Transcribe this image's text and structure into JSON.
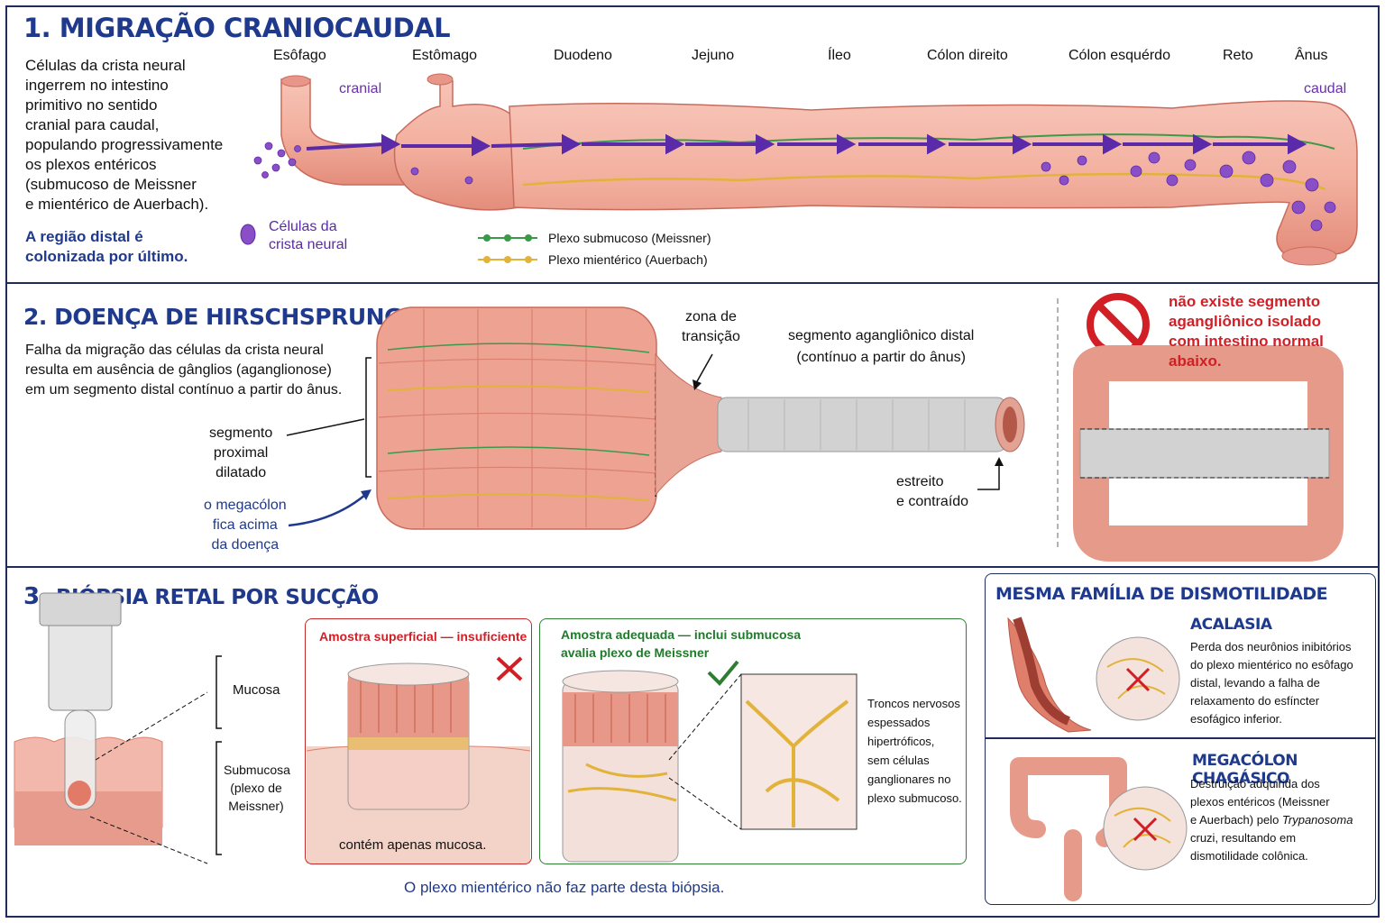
{
  "section1": {
    "title": "1. MIGRAÇÃO CRANIOCAUDAL",
    "description": [
      "Células da crista neural",
      "ingerrem no intestino",
      "primitivo no sentido",
      "cranial para caudal,",
      "populando progressivamente",
      "os plexos entéricos",
      "(submucoso de Meissner",
      "e mientérico de Auerbach)."
    ],
    "note": [
      "A região distal é",
      "colonizada por último."
    ],
    "segments": [
      "Esôfago",
      "Estômago",
      "Duodeno",
      "Jejuno",
      "Íleo",
      "Cólon direito",
      "Cólon esquérdo",
      "Reto",
      "Ânus"
    ],
    "cranial": "cranial",
    "caudal": "caudal",
    "legend_cells": [
      "Células da",
      "crista neural"
    ],
    "legend_meissner": "Plexo submucoso (Meissner)",
    "legend_auerbach": "Plexo mientérico (Auerbach)"
  },
  "section2": {
    "title": "2. DOENÇA DE HIRSCHSPRUNG",
    "description": [
      "Falha da migração das células da crista neural",
      "resulta em ausência de gânglios (aganglionose)",
      "em um segmento distal contínuo a partir do ânus."
    ],
    "proximal": [
      "segmento",
      "proximal",
      "dilatado"
    ],
    "megacolon": [
      "o megacólon",
      "fica acima",
      "da doença"
    ],
    "transition": [
      "zona de",
      "transição"
    ],
    "aganglionic": [
      "segmento agangliônico distal",
      "(contínuo a partir do ânus)"
    ],
    "narrow": [
      "estreito",
      "e contraído"
    ],
    "warning": [
      "não existe segmento",
      "agangliônico isolado",
      "com intestino normal",
      "abaixo."
    ]
  },
  "section3": {
    "title_num": "3.",
    "title": "BIÓPSIA RETAL POR SUCÇÃO",
    "mucosa": "Mucosa",
    "submucosa": [
      "Submucosa",
      "(plexo de",
      "Meissner)"
    ],
    "bad_title": "Amostra superficial — insuficiente",
    "bad_caption": "contém apenas mucosa.",
    "good_title": [
      "Amostra adequada — inclui submucosa",
      "avalia plexo de Meissner"
    ],
    "trunks": [
      "Troncos nervosos",
      "espessados",
      "hipertróficos,",
      "sem células",
      "ganglionares no",
      "plexo submucoso."
    ],
    "footer": "O plexo mientérico não faz parte desta biópsia."
  },
  "sidebar": {
    "title": "MESMA FAMÍLIA DE DISMOTILIDADE",
    "acalasia_title": "ACALASIA",
    "acalasia_text": [
      "Perda dos neurônios inibitórios",
      "do plexo mientérico no esôfago",
      "distal, levando a falha de",
      "relaxamento do esfíncter",
      "esofágico inferior."
    ],
    "chagas_title": "MEGACÓLON CHAGÁSICO",
    "chagas_text_1": "Destruição adquirida dos",
    "chagas_text_2": "plexos entéricos (Meissner",
    "chagas_text_3a": "e Auerbach) pelo ",
    "chagas_text_3b": "Trypanosoma",
    "chagas_text_4": "cruzi, resultando em",
    "chagas_text_5": "dismotilidade colônica."
  },
  "colors": {
    "navy": "#1f3a8c",
    "purple": "#6a2fb0",
    "red": "#d21f26",
    "green": "#2e7d32",
    "tissue": "#f0a79a",
    "aganglionic": "#cfcfcf"
  }
}
